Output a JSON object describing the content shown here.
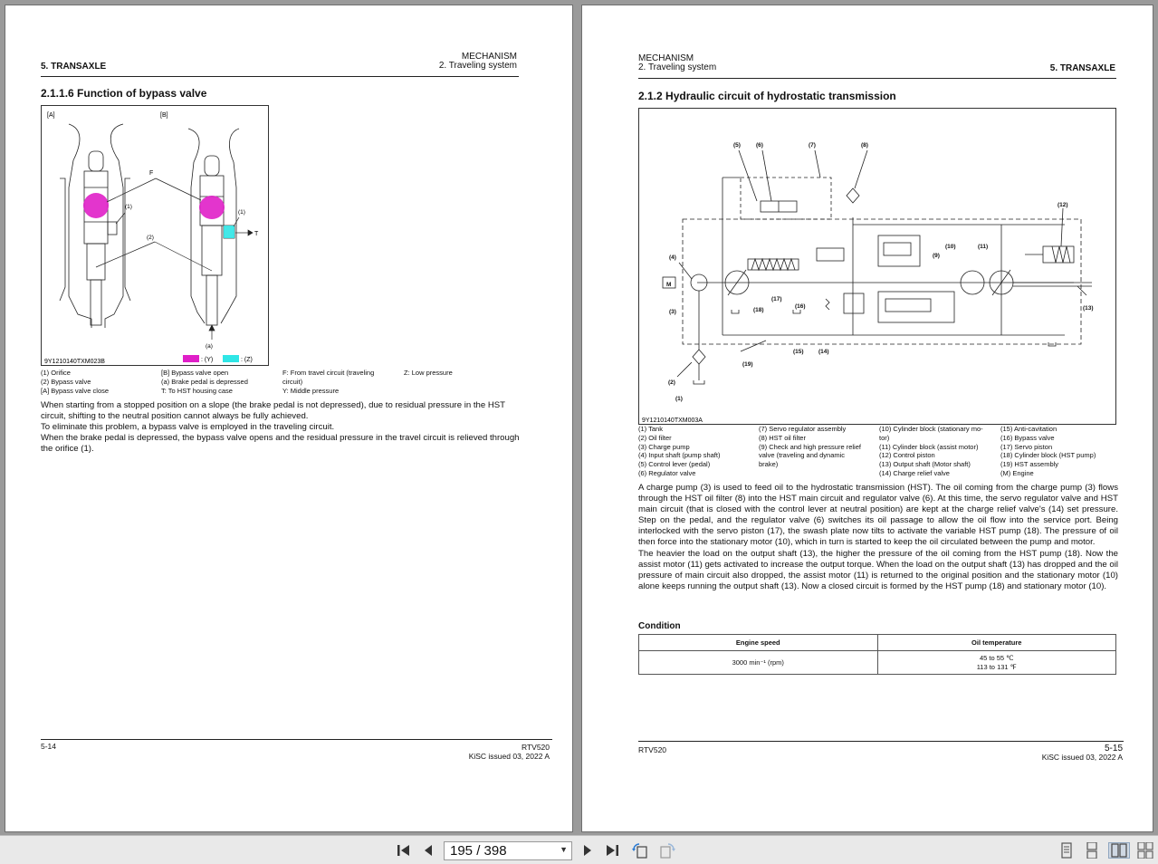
{
  "left_page": {
    "header_left": "5. TRANSAXLE",
    "header_right_line1": "MECHANISM",
    "header_right_line2": "2. Traveling system",
    "section_title": "2.1.1.6 Function of bypass valve",
    "figure": {
      "panel_a": "[A]",
      "panel_b": "[B]",
      "label_f": "F",
      "label_1a": "(1)",
      "label_1b": "(1)",
      "label_2": "(2)",
      "label_t": "T",
      "label_a": "(a)",
      "code": "9Y1210140TXM023B",
      "key_y": ": (Y)",
      "key_z": ": (Z)",
      "color_y": "#e01fc8",
      "color_z": "#2fe6e6"
    },
    "legend": {
      "col1": [
        "(1)   Orifice",
        "(2)   Bypass valve",
        "[A]   Bypass valve close"
      ],
      "col2": [
        "[B]   Bypass valve open",
        "(a)   Brake pedal is depressed",
        "T:    To HST housing case"
      ],
      "col3": [
        "F:    From travel circuit (traveling",
        "       circuit)",
        "Y:    Middle pressure"
      ],
      "col4": [
        "Z:    Low pressure"
      ]
    },
    "body": [
      "When starting from a stopped position on a slope (the brake pedal is not depressed), due to residual pressure in the HST circuit, shifting to the neutral position cannot always be fully achieved.",
      "To eliminate this problem, a bypass valve is employed in the traveling circuit.",
      "When the brake pedal is depressed, the bypass valve opens and the residual pressure in the travel circuit is relieved through the orifice (1)."
    ],
    "footer_page": "5-14",
    "footer_model": "RTV520",
    "footer_issue": "KiSC issued 03, 2022 A"
  },
  "right_page": {
    "header_left_line1": "MECHANISM",
    "header_left_line2": "2. Traveling system",
    "header_right": "5. TRANSAXLE",
    "section_title": "2.1.2 Hydraulic circuit of hydrostatic transmission",
    "figure": {
      "code": "9Y1210140TXM003A",
      "labels": {
        "l5": "(5)",
        "l6": "(6)",
        "l7": "(7)",
        "l8": "(8)",
        "l12": "(12)",
        "l4": "(4)",
        "lM": "M",
        "l3": "(3)",
        "l17": "(17)",
        "l18": "(18)",
        "l16": "(16)",
        "l9": "(9)",
        "l10": "(10)",
        "l11": "(11)",
        "l13": "(13)",
        "l15": "(15)",
        "l14": "(14)",
        "l19": "(19)",
        "l2": "(2)",
        "l1": "(1)"
      }
    },
    "legend": {
      "col1": [
        "(1)   Tank",
        "(2)   Oil filter",
        "(3)   Charge pump",
        "(4)   Input shaft (pump shaft)",
        "(5)   Control lever (pedal)",
        "(6)   Regulator valve"
      ],
      "col2": [
        "(7)   Servo regulator assembly",
        "(8)   HST oil filter",
        "(9)   Check and high pressure relief",
        "       valve (traveling and dynamic",
        "       brake)"
      ],
      "col3": [
        "(10) Cylinder block (stationary mo-",
        "       tor)",
        "(11) Cylinder block (assist motor)",
        "(12) Control piston",
        "(13) Output shaft (Motor shaft)",
        "(14) Charge relief valve"
      ],
      "col4": [
        "(15) Anti-cavitation",
        "(16) Bypass valve",
        "(17) Servo piston",
        "(18) Cylinder block (HST pump)",
        "(19) HST assembly",
        "(M)  Engine"
      ]
    },
    "body": [
      "A charge pump (3) is used to feed oil to the hydrostatic transmission (HST). The oil coming from the charge pump (3) flows through the HST oil filter (8) into the HST main circuit and regulator valve (6). At this time, the servo regulator valve and HST main circuit (that is closed with the control lever at neutral position) are kept at the charge relief valve's (14) set pressure. Step on the pedal, and the regulator valve (6) switches its oil passage to allow the oil flow into the service port. Being interlocked with the servo piston (17), the swash plate now tilts to activate the variable HST pump (18). The pressure of oil then force into the stationary motor (10), which in turn is started to keep the oil circulated between the pump and motor.",
      "The heavier the load on the output shaft (13), the higher the pressure of the oil coming from the HST pump (18). Now the assist motor (11) gets activated to increase the output torque. When the load on the output shaft (13) has dropped and the oil pressure of main circuit also dropped, the assist motor (11) is returned to the original position and the stationary motor (10) alone keeps running the output shaft (13). Now a closed circuit is formed by the HST pump (18) and stationary motor (10)."
    ],
    "condition_title": "Condition",
    "table": {
      "headers": [
        "Engine speed",
        "Oil temperature"
      ],
      "speed": "3000 min⁻¹ (rpm)",
      "temp_c": "45 to 55 ℃",
      "temp_f": "113 to 131 ℉"
    },
    "footer_model": "RTV520",
    "footer_page": "5-15",
    "footer_issue": "KiSC issued 03, 2022 A"
  },
  "toolbar": {
    "page_indicator": "195 / 398",
    "icons": [
      "first-page-icon",
      "prev-page-icon",
      "next-page-icon",
      "last-page-icon",
      "rotate-ccw-icon",
      "rotate-cw-icon",
      "single-page-icon",
      "continuous-icon",
      "two-page-icon",
      "two-page-continuous-icon"
    ]
  }
}
